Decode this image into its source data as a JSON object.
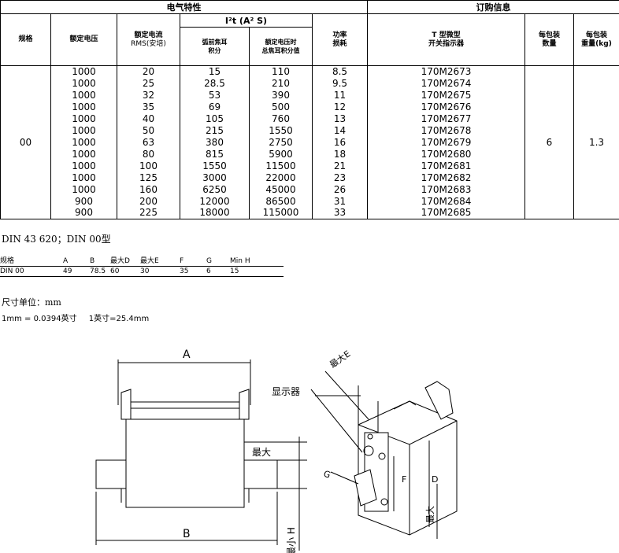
{
  "header": {
    "electrical": "电气特性",
    "order": "订购信息"
  },
  "columns": {
    "size": "规格",
    "rated_voltage": "额定电压",
    "rated_current": [
      "额定电流",
      "RMS(安培)"
    ],
    "i2t": "I²t (A² S)",
    "i2t_pre": [
      "弧前焦耳",
      "积分"
    ],
    "i2t_total": [
      "额定电压时",
      "总焦耳积分值"
    ],
    "power": [
      "功率",
      "损耗"
    ],
    "indicator": [
      "T 型微型",
      "开关指示器"
    ],
    "qty": [
      "每包装",
      "数量"
    ],
    "weight": [
      "每包装",
      "重量(kg)"
    ]
  },
  "size_value": "00",
  "qty_value": "6",
  "weight_value": "1.3",
  "rows": [
    {
      "v": "1000",
      "a": "20",
      "pre": "15",
      "tot": "110",
      "p": "8.5",
      "pn": "170M2673"
    },
    {
      "v": "1000",
      "a": "25",
      "pre": "28.5",
      "tot": "210",
      "p": "9.5",
      "pn": "170M2674"
    },
    {
      "v": "1000",
      "a": "32",
      "pre": "53",
      "tot": "390",
      "p": "11",
      "pn": "170M2675"
    },
    {
      "v": "1000",
      "a": "35",
      "pre": "69",
      "tot": "500",
      "p": "12",
      "pn": "170M2676"
    },
    {
      "v": "1000",
      "a": "40",
      "pre": "105",
      "tot": "760",
      "p": "13",
      "pn": "170M2677"
    },
    {
      "v": "1000",
      "a": "50",
      "pre": "215",
      "tot": "1550",
      "p": "14",
      "pn": "170M2678"
    },
    {
      "v": "1000",
      "a": "63",
      "pre": "380",
      "tot": "2750",
      "p": "16",
      "pn": "170M2679"
    },
    {
      "v": "1000",
      "a": "80",
      "pre": "815",
      "tot": "5900",
      "p": "18",
      "pn": "170M2680"
    },
    {
      "v": "1000",
      "a": "100",
      "pre": "1550",
      "tot": "11500",
      "p": "21",
      "pn": "170M2681"
    },
    {
      "v": "1000",
      "a": "125",
      "pre": "3000",
      "tot": "22000",
      "p": "23",
      "pn": "170M2682"
    },
    {
      "v": "1000",
      "a": "160",
      "pre": "6250",
      "tot": "45000",
      "p": "26",
      "pn": "170M2683"
    },
    {
      "v": "900",
      "a": "200",
      "pre": "12000",
      "tot": "86500",
      "p": "31",
      "pn": "170M2684"
    },
    {
      "v": "900",
      "a": "225",
      "pre": "18000",
      "tot": "115000",
      "p": "33",
      "pn": "170M2685"
    }
  ],
  "din_title": "DIN 43 620；DIN 00型",
  "dims": {
    "headers": [
      "规格",
      "A",
      "B",
      "最大D",
      "最大E",
      "F",
      "G",
      "Min H"
    ],
    "values": [
      "DIN 00",
      "49",
      "78.5",
      "60",
      "30",
      "35",
      "6",
      "15"
    ]
  },
  "units": "尺寸单位：mm",
  "conv1": "1mm = 0.0394英寸",
  "conv2": "1英寸=25.4mm",
  "drawing": {
    "A": "A",
    "B": "B",
    "max": "最大",
    "minH": "最小 H",
    "indicator": "显示器",
    "maxE": "最大E",
    "G": "G",
    "F": "F",
    "D": "D",
    "maxD": "最大"
  }
}
